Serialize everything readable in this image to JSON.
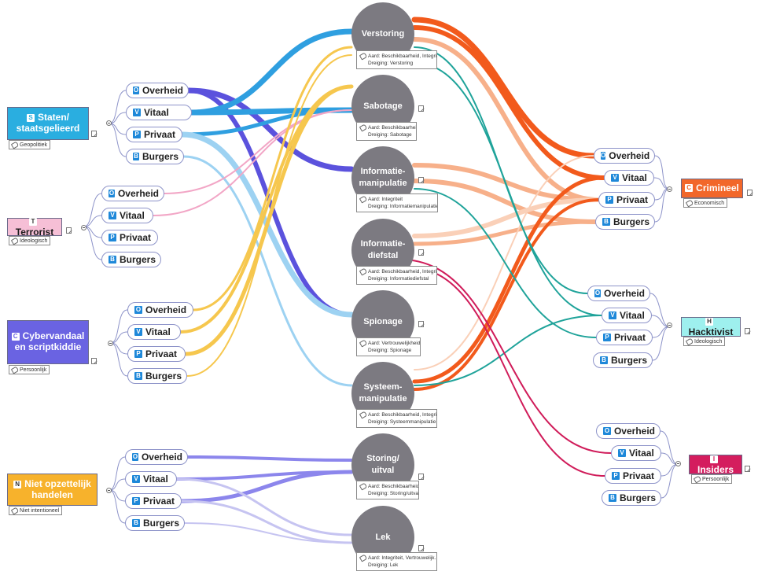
{
  "actors": {
    "staten": {
      "letter": "S",
      "name": "Staten/ staatsgelieerd",
      "tag": "Geopolitiek",
      "bg": "#2aaee0",
      "fg": "#ffffff"
    },
    "terrorist": {
      "letter": "T",
      "name": "Terrorist",
      "tag": "Ideologisch",
      "bg": "#f6bfd6",
      "fg": "#1a1a1a"
    },
    "cyber": {
      "letter": "C",
      "name": "Cybervandaal en scriptkiddie",
      "tag": "Persoonlijk",
      "bg": "#6a63e2",
      "fg": "#ffffff"
    },
    "niet": {
      "letter": "N",
      "name": "Niet opzettelijk handelen",
      "tag": "Niet intentioneel",
      "bg": "#f7b22c",
      "fg": "#ffffff"
    },
    "crimineel": {
      "letter": "C",
      "name": "Crimineel",
      "tag": "Economisch",
      "bg": "#f2672a",
      "fg": "#ffffff"
    },
    "hacktivist": {
      "letter": "H",
      "name": "Hacktivist",
      "tag": "Ideologisch",
      "bg": "#9ef0ee",
      "fg": "#1a1a1a"
    },
    "insiders": {
      "letter": "I",
      "name": "Insiders",
      "tag": "Persoonlijk",
      "bg": "#d41d5e",
      "fg": "#ffffff"
    }
  },
  "subs": [
    {
      "letter": "O",
      "label": "Overheid"
    },
    {
      "letter": "V",
      "label": "Vitaal"
    },
    {
      "letter": "P",
      "label": "Privaat"
    },
    {
      "letter": "B",
      "label": "Burgers"
    }
  ],
  "threats": {
    "verstoring": {
      "name": "Verstoring",
      "aard": "Aard: Beschikbaarheid, Integrit...",
      "dreiging": "Dreiging: Verstoring"
    },
    "sabotage": {
      "name": "Sabotage",
      "aard": "Aard: Beschikbaarheid",
      "dreiging": "Dreiging: Sabotage"
    },
    "infomanip": {
      "name": "Informatie-manipulatie",
      "aard": "Aard: Integriteit",
      "dreiging": "Dreiging: Informatiemanipulatie"
    },
    "infodief": {
      "name": "Informatie-diefstal",
      "aard": "Aard: Beschikbaarheid, Integrit...",
      "dreiging": "Dreiging: Informatiediefstal"
    },
    "spionage": {
      "name": "Spionage",
      "aard": "Aard: Vertrouwelijkheid",
      "dreiging": "Dreiging: Spionage"
    },
    "systeem": {
      "name": "Systeem-manipulatie",
      "aard": "Aard: Beschikbaarheid, Integrit...",
      "dreiging": "Dreiging: Systeemmanipulatie"
    },
    "storing": {
      "name": "Storing/ uitval",
      "aard": "Aard: Beschikbaarheid",
      "dreiging": "Dreiging: Storing/uitval"
    },
    "lek": {
      "name": "Lek",
      "aard": "Aard: Integriteit, Vertrouwelijk...",
      "dreiging": "Dreiging: Lek"
    }
  },
  "colors": {
    "staten": "#2f9fe0",
    "staten_light": "#9dd2f2",
    "terrorist": "#f2a6c6",
    "cyber": "#5b52dd",
    "cyber_light": "#8c86ec",
    "niet": "#f6c74e",
    "niet_light": "#c6c4f1",
    "crimineel": "#f25a1c",
    "crimineel_light": "#f7b08a",
    "crimineel_pale": "#fad0b8",
    "hacktivist": "#1fa39a",
    "insiders": "#d01c5a",
    "node_border": "#8d93c9",
    "threat_fill": "#7c7a81"
  }
}
